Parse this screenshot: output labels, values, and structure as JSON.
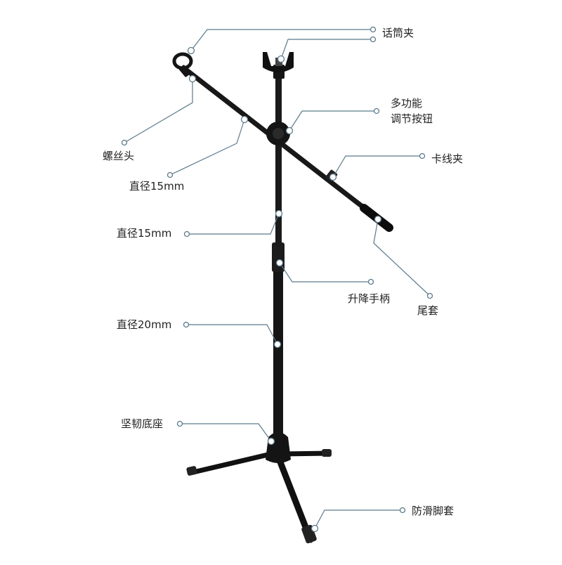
{
  "colors": {
    "leader": "#5b7a8c",
    "stand": "#111111",
    "text": "#222222",
    "background": "#ffffff"
  },
  "labels": {
    "mic_clip": "话筒夹",
    "multi_function_line1": "多功能",
    "multi_function_line2": "调节按钮",
    "cable_clip": "卡线夹",
    "screw_head": "螺丝头",
    "boom_diameter": "直径15mm",
    "upper_pole_diameter": "直径15mm",
    "lift_handle": "升降手柄",
    "end_cap": "尾套",
    "lower_pole_diameter": "直径20mm",
    "sturdy_base": "坚韧底座",
    "anti_slip_foot_cover": "防滑脚套"
  }
}
